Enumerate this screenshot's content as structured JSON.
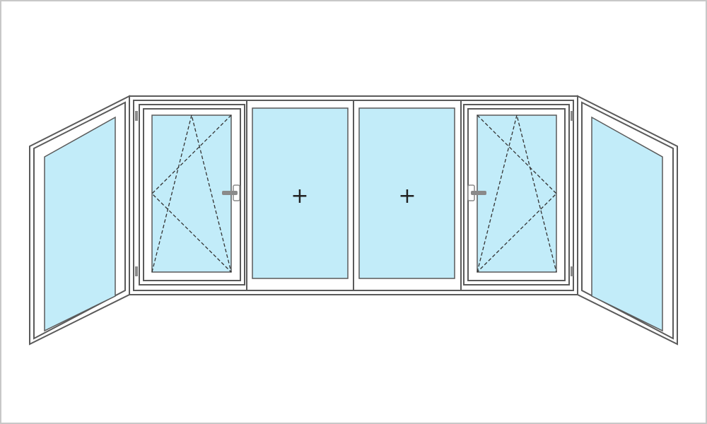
{
  "diagram": {
    "colors": {
      "frame_fill": "#ffffff",
      "frame_stroke": "#5a5a5a",
      "glass": "#c2ecf9",
      "border": "#c8c8c8",
      "hardware": "#8a8a8a"
    },
    "panels": [
      {
        "id": "left-side",
        "kind": "fixed",
        "position": "left-side-wing"
      },
      {
        "id": "front-1",
        "kind": "tilt-and-turn",
        "hinge_side": "left",
        "handle_side": "right"
      },
      {
        "id": "front-2",
        "kind": "fixed",
        "mark": "+"
      },
      {
        "id": "front-3",
        "kind": "fixed",
        "mark": "+"
      },
      {
        "id": "front-4",
        "kind": "tilt-and-turn",
        "hinge_side": "right",
        "handle_side": "left"
      },
      {
        "id": "right-side",
        "kind": "fixed",
        "position": "right-side-wing"
      }
    ]
  }
}
